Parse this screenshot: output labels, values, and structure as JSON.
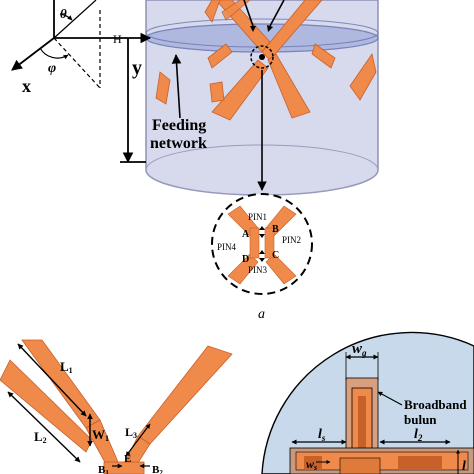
{
  "axes": {
    "theta": "θ",
    "phi": "φ",
    "x": "x",
    "y": "y",
    "h_mark": "H",
    "feeding_network": [
      "Feeding",
      "network"
    ]
  },
  "inset": {
    "pins": [
      "PIN1",
      "PIN2",
      "PIN3",
      "PIN4"
    ],
    "nodes": [
      "A",
      "B",
      "C",
      "D"
    ]
  },
  "panel_caption": "a",
  "dipole": {
    "L1": "L",
    "L1_sub": "1",
    "L2": "L",
    "L2_sub": "2",
    "W1": "W",
    "W1_sub": "1",
    "L3": "L",
    "L3_sub": "3",
    "E": "E",
    "B1": "B",
    "B1_sub": "1",
    "B2": "B",
    "B2_sub": "2"
  },
  "balun": {
    "wg": "w",
    "wg_sub": "g",
    "broadband": [
      "Broadband",
      "bulun"
    ],
    "ls": "l",
    "ls_sub": "s",
    "l2": "l",
    "l2_sub": "2",
    "ws": "w",
    "ws_sub": "s",
    "l1": "l"
  },
  "colors": {
    "copper": "#f08a4b",
    "copper_dark": "#c8602a",
    "cylinder": "#c9cbe6",
    "disc": "#a9b3dd",
    "balun_bg": "#c7d9ea"
  }
}
